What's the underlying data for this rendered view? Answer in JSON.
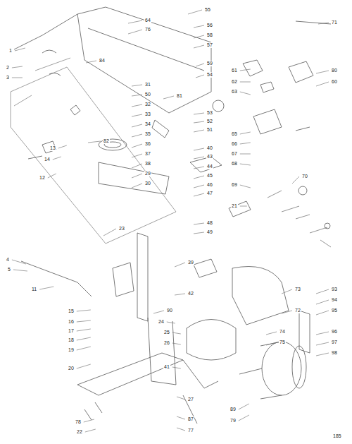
{
  "diagram": {
    "labels": [
      "55",
      "71",
      "64",
      "76",
      "56",
      "58",
      "57",
      "1",
      "2",
      "3",
      "84",
      "59",
      "54",
      "61",
      "62",
      "63",
      "80",
      "60",
      "81",
      "31",
      "50",
      "32",
      "33",
      "34",
      "35",
      "36",
      "37",
      "38",
      "29",
      "30",
      "53",
      "52",
      "51",
      "40",
      "43",
      "44",
      "45",
      "46",
      "47",
      "65",
      "66",
      "67",
      "68",
      "69",
      "82",
      "13",
      "14",
      "12",
      "70",
      "21",
      "23",
      "48",
      "49",
      "4",
      "5",
      "11",
      "39",
      "42",
      "15",
      "16",
      "17",
      "18",
      "19",
      "20",
      "90",
      "24",
      "25",
      "26",
      "41",
      "73",
      "72",
      "74",
      "75",
      "93",
      "94",
      "95",
      "96",
      "97",
      "98",
      "89",
      "79",
      "27",
      "87",
      "77",
      "78",
      "22",
      "185"
    ]
  }
}
